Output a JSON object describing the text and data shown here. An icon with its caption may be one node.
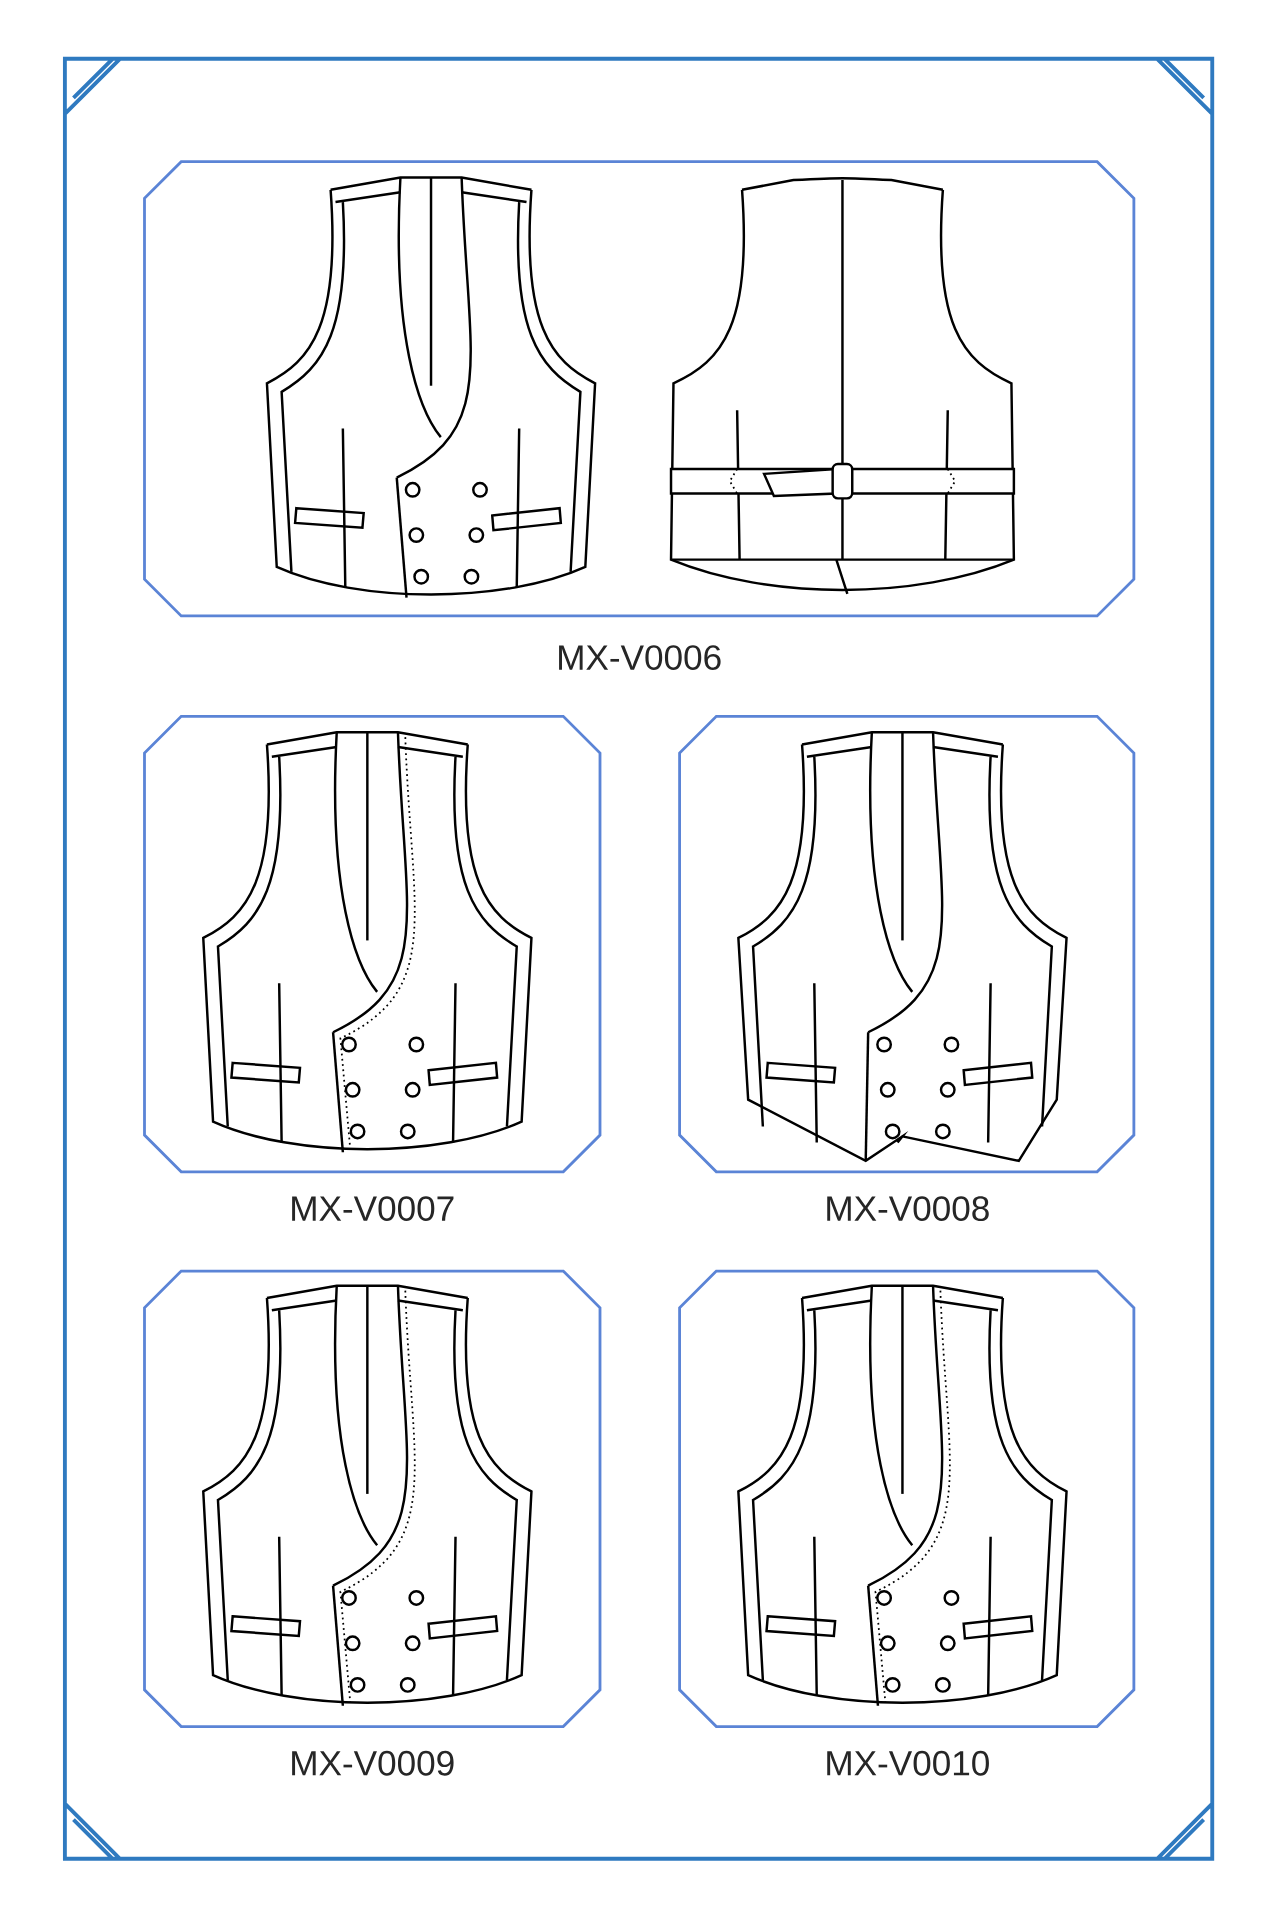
{
  "diagram": {
    "labels": [
      "MX-V0006",
      "MX-V0007",
      "MX-V0008",
      "MX-V0009",
      "MX-V0010"
    ]
  }
}
